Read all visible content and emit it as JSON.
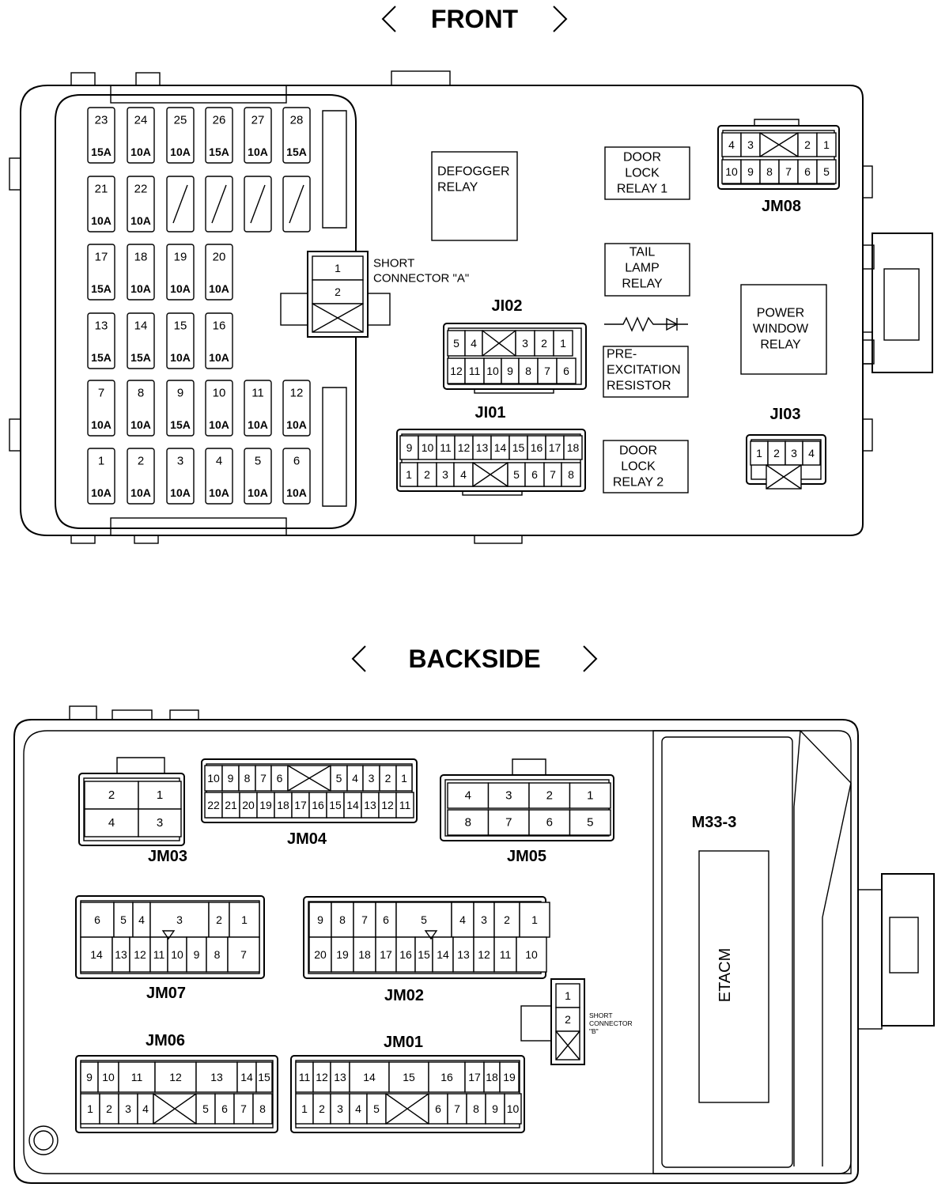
{
  "views": {
    "front": "FRONT",
    "back": "BACKSIDE"
  },
  "fuses": [
    {
      "num": "23",
      "amp": "15A"
    },
    {
      "num": "24",
      "amp": "10A"
    },
    {
      "num": "25",
      "amp": "10A"
    },
    {
      "num": "26",
      "amp": "15A"
    },
    {
      "num": "27",
      "amp": "10A"
    },
    {
      "num": "28",
      "amp": "15A"
    },
    {
      "num": "21",
      "amp": "10A"
    },
    {
      "num": "22",
      "amp": "10A"
    },
    {
      "num": "",
      "amp": ""
    },
    {
      "num": "",
      "amp": ""
    },
    {
      "num": "",
      "amp": ""
    },
    {
      "num": "",
      "amp": ""
    },
    {
      "num": "17",
      "amp": "15A"
    },
    {
      "num": "18",
      "amp": "10A"
    },
    {
      "num": "19",
      "amp": "10A"
    },
    {
      "num": "20",
      "amp": "10A"
    },
    {
      "num": "13",
      "amp": "15A"
    },
    {
      "num": "14",
      "amp": "15A"
    },
    {
      "num": "15",
      "amp": "10A"
    },
    {
      "num": "16",
      "amp": "10A"
    },
    {
      "num": "7",
      "amp": "10A"
    },
    {
      "num": "8",
      "amp": "10A"
    },
    {
      "num": "9",
      "amp": "15A"
    },
    {
      "num": "10",
      "amp": "10A"
    },
    {
      "num": "11",
      "amp": "10A"
    },
    {
      "num": "12",
      "amp": "10A"
    },
    {
      "num": "1",
      "amp": "10A"
    },
    {
      "num": "2",
      "amp": "10A"
    },
    {
      "num": "3",
      "amp": "10A"
    },
    {
      "num": "4",
      "amp": "10A"
    },
    {
      "num": "5",
      "amp": "10A"
    },
    {
      "num": "6",
      "amp": "10A"
    }
  ],
  "relays": {
    "defogger": [
      "DEFOGGER",
      "RELAY"
    ],
    "door_lock_1": [
      "DOOR",
      "LOCK",
      "RELAY 1"
    ],
    "tail_lamp": [
      "TAIL",
      "LAMP",
      "RELAY"
    ],
    "pre_excitation": [
      "PRE-",
      "EXCITATION",
      "RESISTOR"
    ],
    "power_window": [
      "POWER",
      "WINDOW",
      "RELAY"
    ],
    "door_lock_2": [
      "DOOR",
      "LOCK",
      "RELAY 2"
    ]
  },
  "short_connectors": {
    "a": {
      "label": [
        "SHORT",
        "CONNECTOR \"A\""
      ],
      "pins": [
        "1",
        "2"
      ]
    },
    "b": {
      "label": [
        "SHORT",
        "CONNECTOR",
        "\"B\""
      ],
      "pins": [
        "1",
        "2"
      ]
    }
  },
  "module": {
    "id": "M33-3",
    "name": "ETACM"
  },
  "connectors": {
    "JM08": {
      "name": "JM08",
      "rows": [
        [
          "4",
          "3",
          "X",
          "2",
          "1"
        ],
        [
          "10",
          "9",
          "8",
          "7",
          "6",
          "5"
        ]
      ]
    },
    "JI02": {
      "name": "JI02",
      "rows": [
        [
          "5",
          "4",
          "X",
          "3",
          "2",
          "1"
        ],
        [
          "12",
          "11",
          "10",
          "9",
          "8",
          "7",
          "6"
        ]
      ]
    },
    "JI01": {
      "name": "JI01",
      "rows": [
        [
          "9",
          "10",
          "11",
          "12",
          "13",
          "14",
          "15",
          "16",
          "17",
          "18"
        ],
        [
          "1",
          "2",
          "3",
          "4",
          "X",
          "5",
          "6",
          "7",
          "8"
        ]
      ]
    },
    "JI03": {
      "name": "JI03",
      "rows": [
        [
          "1",
          "2",
          "3",
          "4"
        ],
        [
          "X"
        ]
      ]
    },
    "JM03": {
      "name": "JM03",
      "rows": [
        [
          "2",
          "1"
        ],
        [
          "4",
          "3"
        ]
      ]
    },
    "JM04": {
      "name": "JM04",
      "rows": [
        [
          "10",
          "9",
          "8",
          "7",
          "6",
          "X",
          "5",
          "4",
          "3",
          "2",
          "1"
        ],
        [
          "22",
          "21",
          "20",
          "19",
          "18",
          "17",
          "16",
          "15",
          "14",
          "13",
          "12",
          "11"
        ]
      ]
    },
    "JM05": {
      "name": "JM05",
      "rows": [
        [
          "4",
          "3",
          "2",
          "1"
        ],
        [
          "8",
          "7",
          "6",
          "5"
        ]
      ]
    },
    "JM07": {
      "name": "JM07",
      "rows": [
        [
          "6",
          "5",
          "4",
          "3",
          "2",
          "1"
        ],
        [
          "14",
          "13",
          "12",
          "11",
          "10",
          "9",
          "8",
          "7"
        ]
      ]
    },
    "JM02": {
      "name": "JM02",
      "rows": [
        [
          "9",
          "8",
          "7",
          "6",
          "5",
          "4",
          "3",
          "2",
          "1"
        ],
        [
          "20",
          "19",
          "18",
          "17",
          "16",
          "15",
          "14",
          "13",
          "12",
          "11",
          "10"
        ]
      ]
    },
    "JM06": {
      "name": "JM06",
      "rows": [
        [
          "9",
          "10",
          "11",
          "12",
          "13",
          "14",
          "15"
        ],
        [
          "1",
          "2",
          "3",
          "4",
          "X",
          "5",
          "6",
          "7",
          "8"
        ]
      ]
    },
    "JM01": {
      "name": "JM01",
      "rows": [
        [
          "11",
          "12",
          "13",
          "14",
          "15",
          "16",
          "17",
          "18",
          "19"
        ],
        [
          "1",
          "2",
          "3",
          "4",
          "5",
          "X",
          "6",
          "7",
          "8",
          "9",
          "10"
        ]
      ]
    }
  }
}
